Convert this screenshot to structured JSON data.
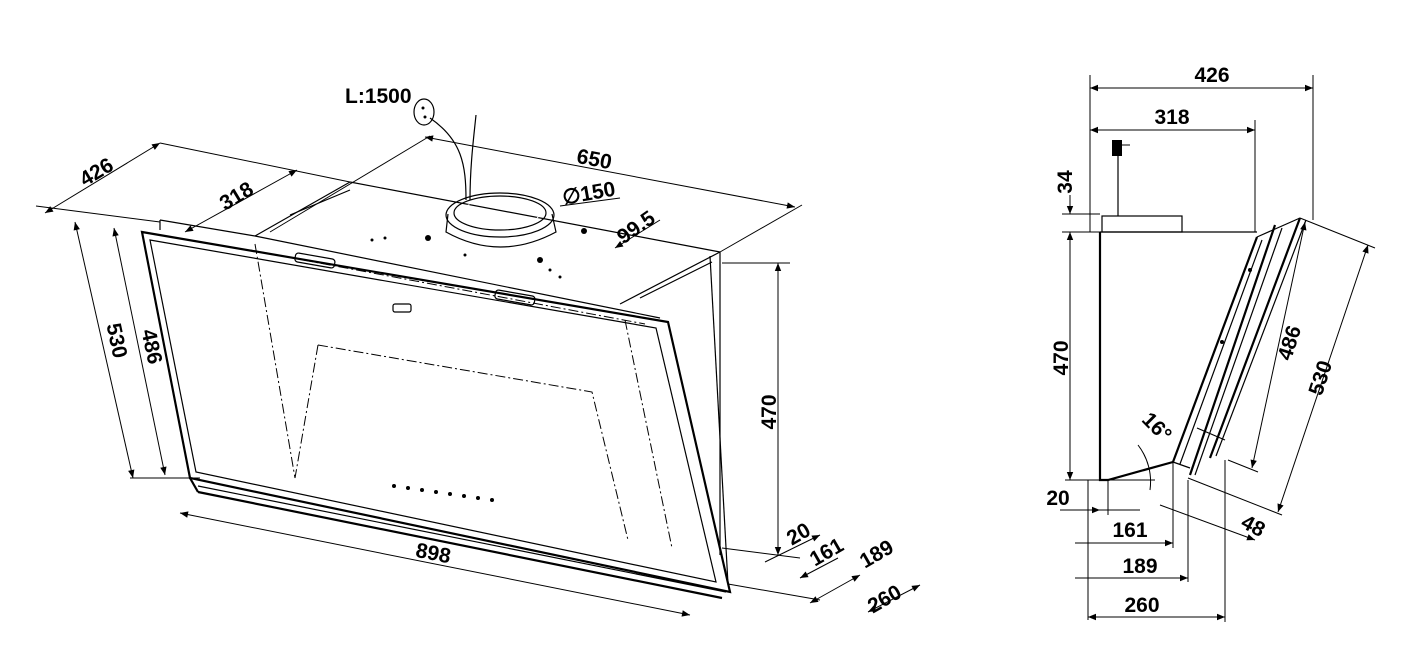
{
  "perspective_view": {
    "cable_length": "L:1500",
    "depth_total": "426",
    "depth_body": "318",
    "width_top": "650",
    "outlet_diameter": "∅150",
    "outlet_offset": "99.5",
    "glass_height_outer": "530",
    "glass_height_inner": "486",
    "body_height": "470",
    "glass_width": "898",
    "bottom_offset_20": "20",
    "bottom_depth_161": "161",
    "bottom_depth_189": "189",
    "bottom_depth_260": "260"
  },
  "side_view": {
    "depth_total": "426",
    "depth_body": "318",
    "outlet_height": "34",
    "body_height": "470",
    "glass_height_inner": "486",
    "glass_height_outer": "530",
    "tilt_angle": "16°",
    "bottom_offset_20": "20",
    "bottom_depth_161": "161",
    "bottom_depth_189": "189",
    "bottom_depth_260": "260",
    "glass_thickness": "48"
  }
}
